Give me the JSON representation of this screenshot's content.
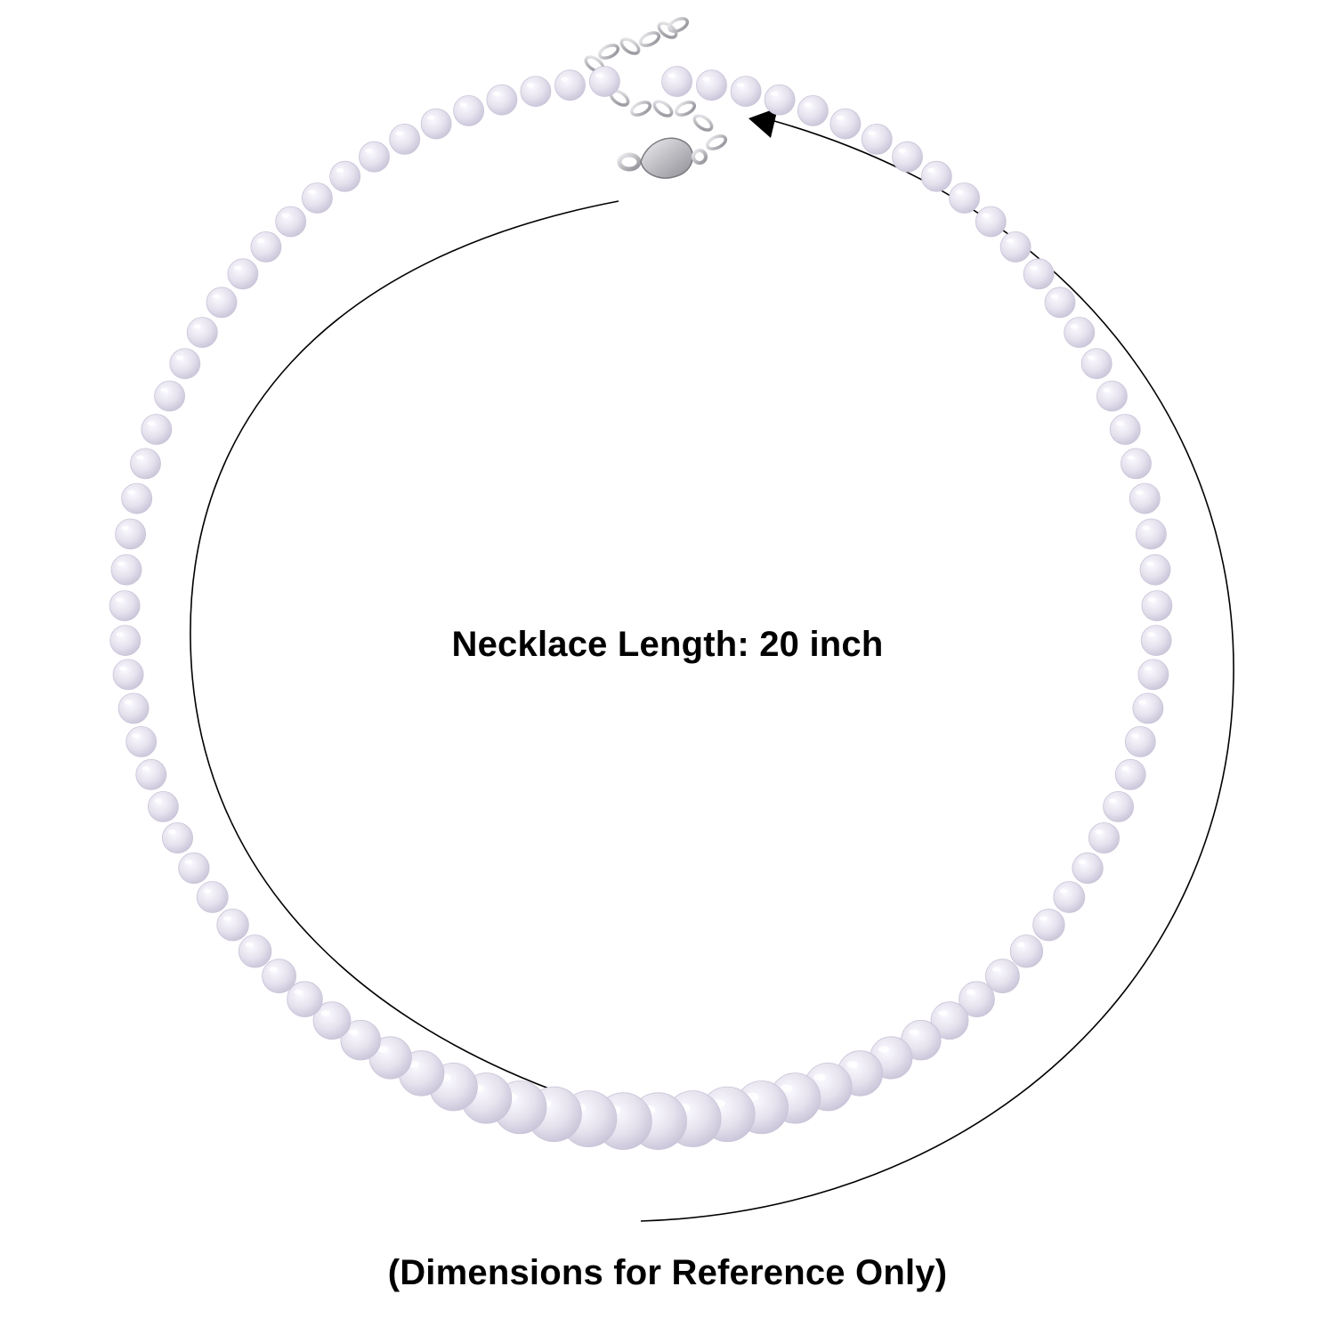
{
  "product": {
    "name": "bead necklace with lobster clasp and extension chain",
    "bead_color": "#e6e2ee",
    "bead_highlight": "#fbfaff",
    "bead_shadow": "#c9c4d8",
    "metal_color": "#bdbdc2",
    "bead_count_visible": 92
  },
  "annotations": {
    "length_text": "Necklace Length: 20 inch",
    "disclaimer_text": "(Dimensions for Reference Only)",
    "arrow_color": "#000000"
  }
}
